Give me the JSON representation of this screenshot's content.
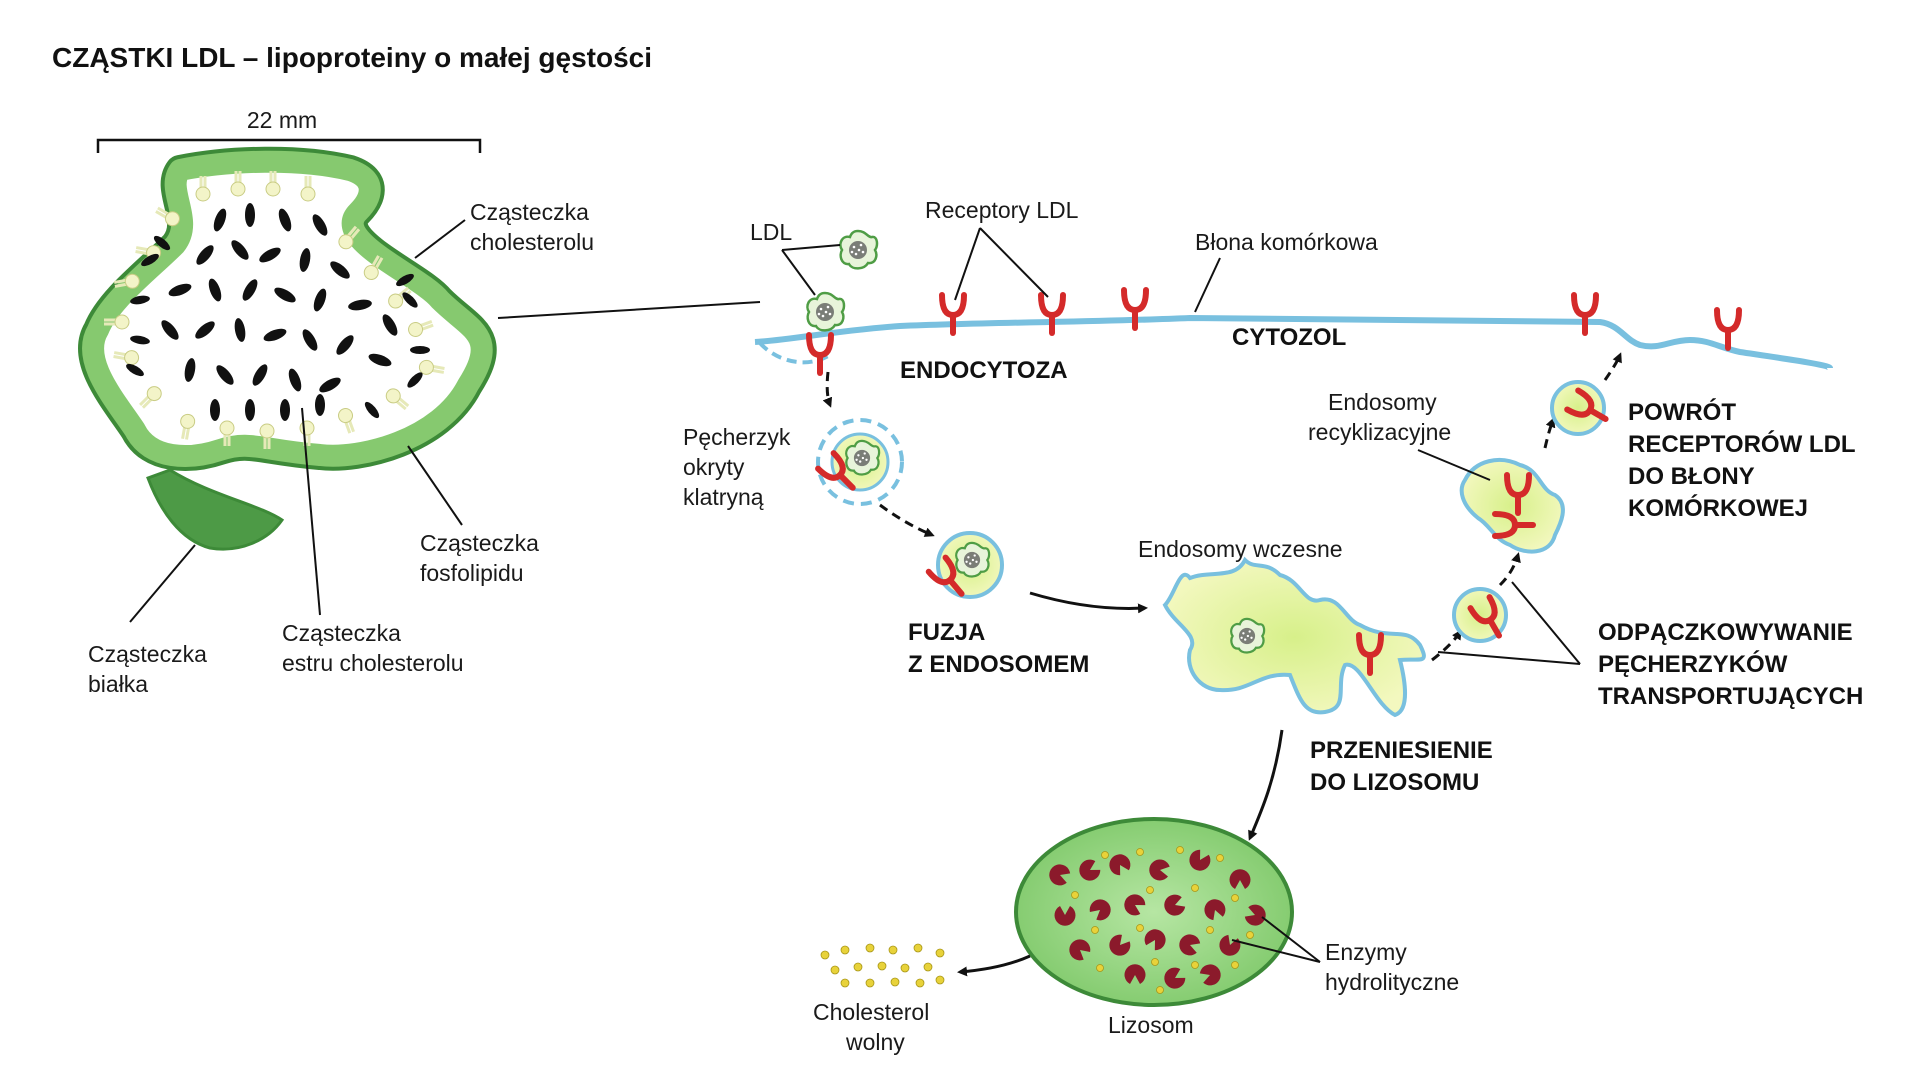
{
  "title": "CZĄSTKI LDL – lipoproteiny o małej gęstości",
  "scale_label": "22 mm",
  "particle_labels": {
    "cholesterol": [
      "Cząsteczka",
      "cholesterolu"
    ],
    "phospholipid": [
      "Cząsteczka",
      "fosfolipidu"
    ],
    "ester": [
      "Cząsteczka",
      "estru cholesterolu"
    ],
    "protein": [
      "Cząsteczka",
      "białka"
    ]
  },
  "labels": {
    "ldl": "LDL",
    "receptors": "Receptory LDL",
    "membrane": "Błona komórkowa",
    "cytosol": "CYTOZOL",
    "endocytosis": "ENDOCYTOZA",
    "coated_vesicle": [
      "Pęcherzyk",
      "okryty",
      "klatryną"
    ],
    "fusion": [
      "FUZJA",
      "Z ENDOSOMEM"
    ],
    "early_endosomes": "Endosomy wczesne",
    "recycling_endosomes": [
      "Endosomy",
      "recyklizacyjne"
    ],
    "return": [
      "POWRÓT",
      "RECEPTORÓW LDL",
      "DO BŁONY",
      "KOMÓRKOWEJ"
    ],
    "budding": [
      "ODPĄCZKOWYWANIE",
      "PĘCHERZYKÓW",
      "TRANSPORTUJĄCYCH"
    ],
    "transfer": [
      "PRZENIESIENIE",
      "DO LIZOSOMU"
    ],
    "lysosome": "Lizosom",
    "enzymes": [
      "Enzymy",
      "hydrolityczne"
    ],
    "free_cholesterol": [
      "Cholesterol",
      "wolny"
    ]
  },
  "colors": {
    "membrane": "#79c0df",
    "receptor": "#d42a2a",
    "particle_shell": "#4f9d45",
    "vesicle_fill": "#f0f7b0",
    "lysosome_fill": "#8fd07c",
    "enzyme": "#8b1a2b",
    "cholesterol_dot": "#e8d23a"
  }
}
